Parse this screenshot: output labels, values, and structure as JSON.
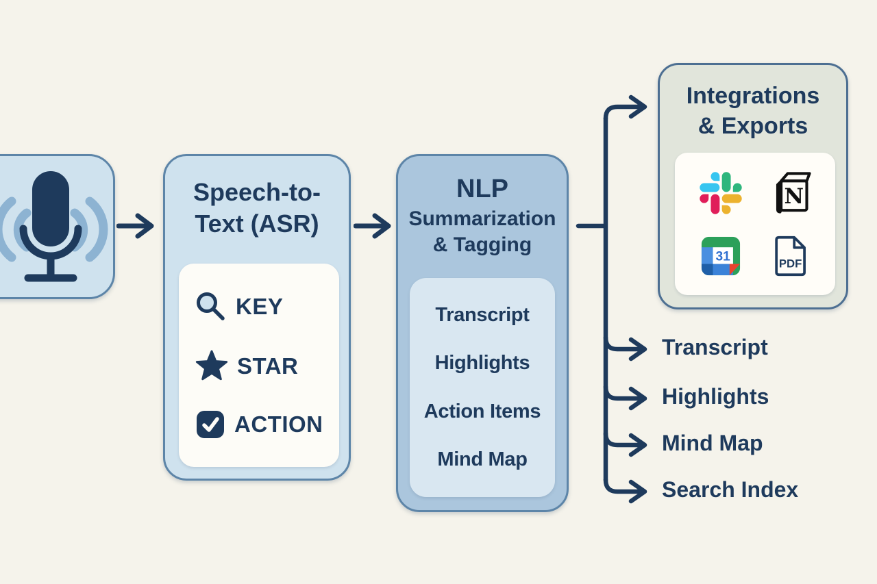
{
  "pipeline": {
    "input": {
      "icon": "microphone-icon"
    },
    "speech_to_text": {
      "title_line1": "Speech-to-",
      "title_line2": "Text (ASR)",
      "tags": [
        {
          "icon": "magnifier-icon",
          "label": "KEY"
        },
        {
          "icon": "star-icon",
          "label": "STAR"
        },
        {
          "icon": "checkbox-icon",
          "label": "ACTION"
        }
      ]
    },
    "nlp": {
      "title_line1": "NLP",
      "title_line2": "Summarization",
      "title_line3": "& Tagging",
      "outputs": [
        "Transcript",
        "Highlights",
        "Action Items",
        "Mind Map"
      ]
    },
    "integrations": {
      "title_line1": "Integrations",
      "title_line2": "& Exports",
      "apps": [
        {
          "icon": "slack-icon"
        },
        {
          "icon": "notion-icon",
          "letter": "N"
        },
        {
          "icon": "calendar-icon",
          "day": "31"
        },
        {
          "icon": "pdf-icon",
          "label": "PDF"
        }
      ]
    },
    "final_outputs": [
      "Transcript",
      "Highlights",
      "Mind Map",
      "Search Index"
    ]
  },
  "colors": {
    "background": "#f5f3eb",
    "navy": "#1e3a5c",
    "box_blue_light": "#cfe2ee",
    "box_blue_medium": "#abc6dd",
    "card_blue": "#d9e7f1",
    "box_sage": "#e1e5db",
    "card_white": "#fdfcf7",
    "wave_blue": "#8db3d2",
    "border_blue": "#5d85a8",
    "slack_blue": "#36c5f0",
    "slack_green": "#2eb67d",
    "slack_red": "#e01e5a",
    "slack_yellow": "#ecb22e",
    "calendar_green": "#2ca05a",
    "calendar_blue": "#3b82d8",
    "calendar_red": "#e8432d"
  }
}
